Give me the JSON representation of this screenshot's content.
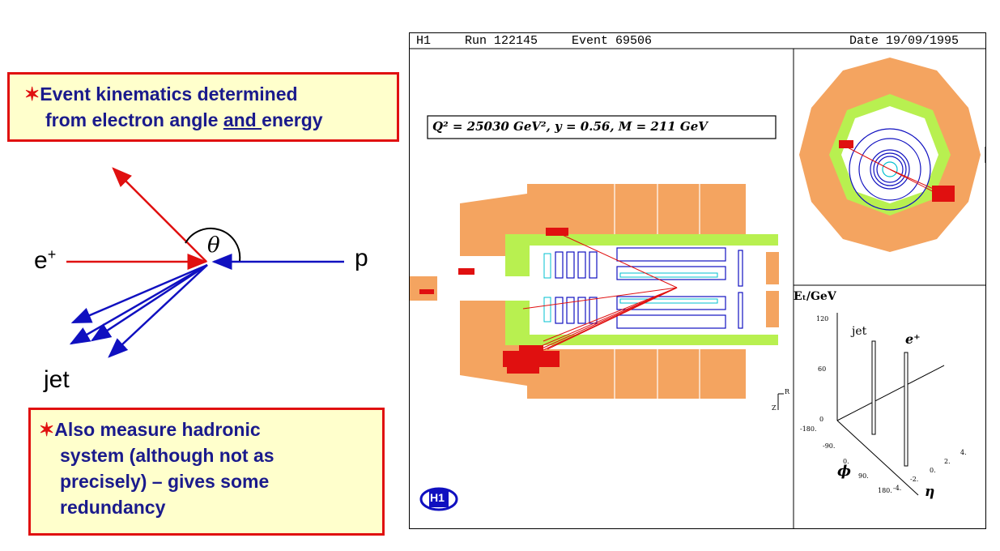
{
  "box1": {
    "bullet": "✶",
    "line1": "Event kinematics determined",
    "line2a": "from electron angle ",
    "line2b": "and ",
    "line2c": "energy"
  },
  "box2": {
    "bullet": "✶",
    "line1": "Also measure hadronic",
    "line2": "system (although not as",
    "line3": "precisely) – gives some",
    "line4": "redundancy"
  },
  "kinematics": {
    "positron_label": "e",
    "positron_sup": "+",
    "proton_label": "p",
    "jet_label": "jet",
    "angle_label": "θ"
  },
  "event": {
    "exp": "H1",
    "run": "Run 122145",
    "event": "Event 69506",
    "date": "Date 19/09/1995",
    "kinematics_text": "Q² = 25030 GeV²,  y = 0.56,  M = 211 GeV",
    "lego_axis_title": "Eₜ/GeV",
    "lego_y_ticks": [
      "120",
      "60",
      "0"
    ],
    "lego_phi_ticks": [
      "-180.",
      "-90.",
      "0.",
      "90.",
      "180."
    ],
    "lego_eta_ticks": [
      "-4.",
      "-2.",
      "0.",
      "2.",
      "4."
    ],
    "lego_jet_label": "jet",
    "lego_positron_label": "e⁺",
    "lego_phi_label": "ϕ",
    "lego_eta_label": "η",
    "axis_z": "Z",
    "axis_r": "R",
    "logo": "H1"
  },
  "colors": {
    "red": "#e01010",
    "blue": "#1010c0",
    "orange": "#f4a460",
    "green": "#b8f050",
    "box_bg": "#ffffcc"
  }
}
